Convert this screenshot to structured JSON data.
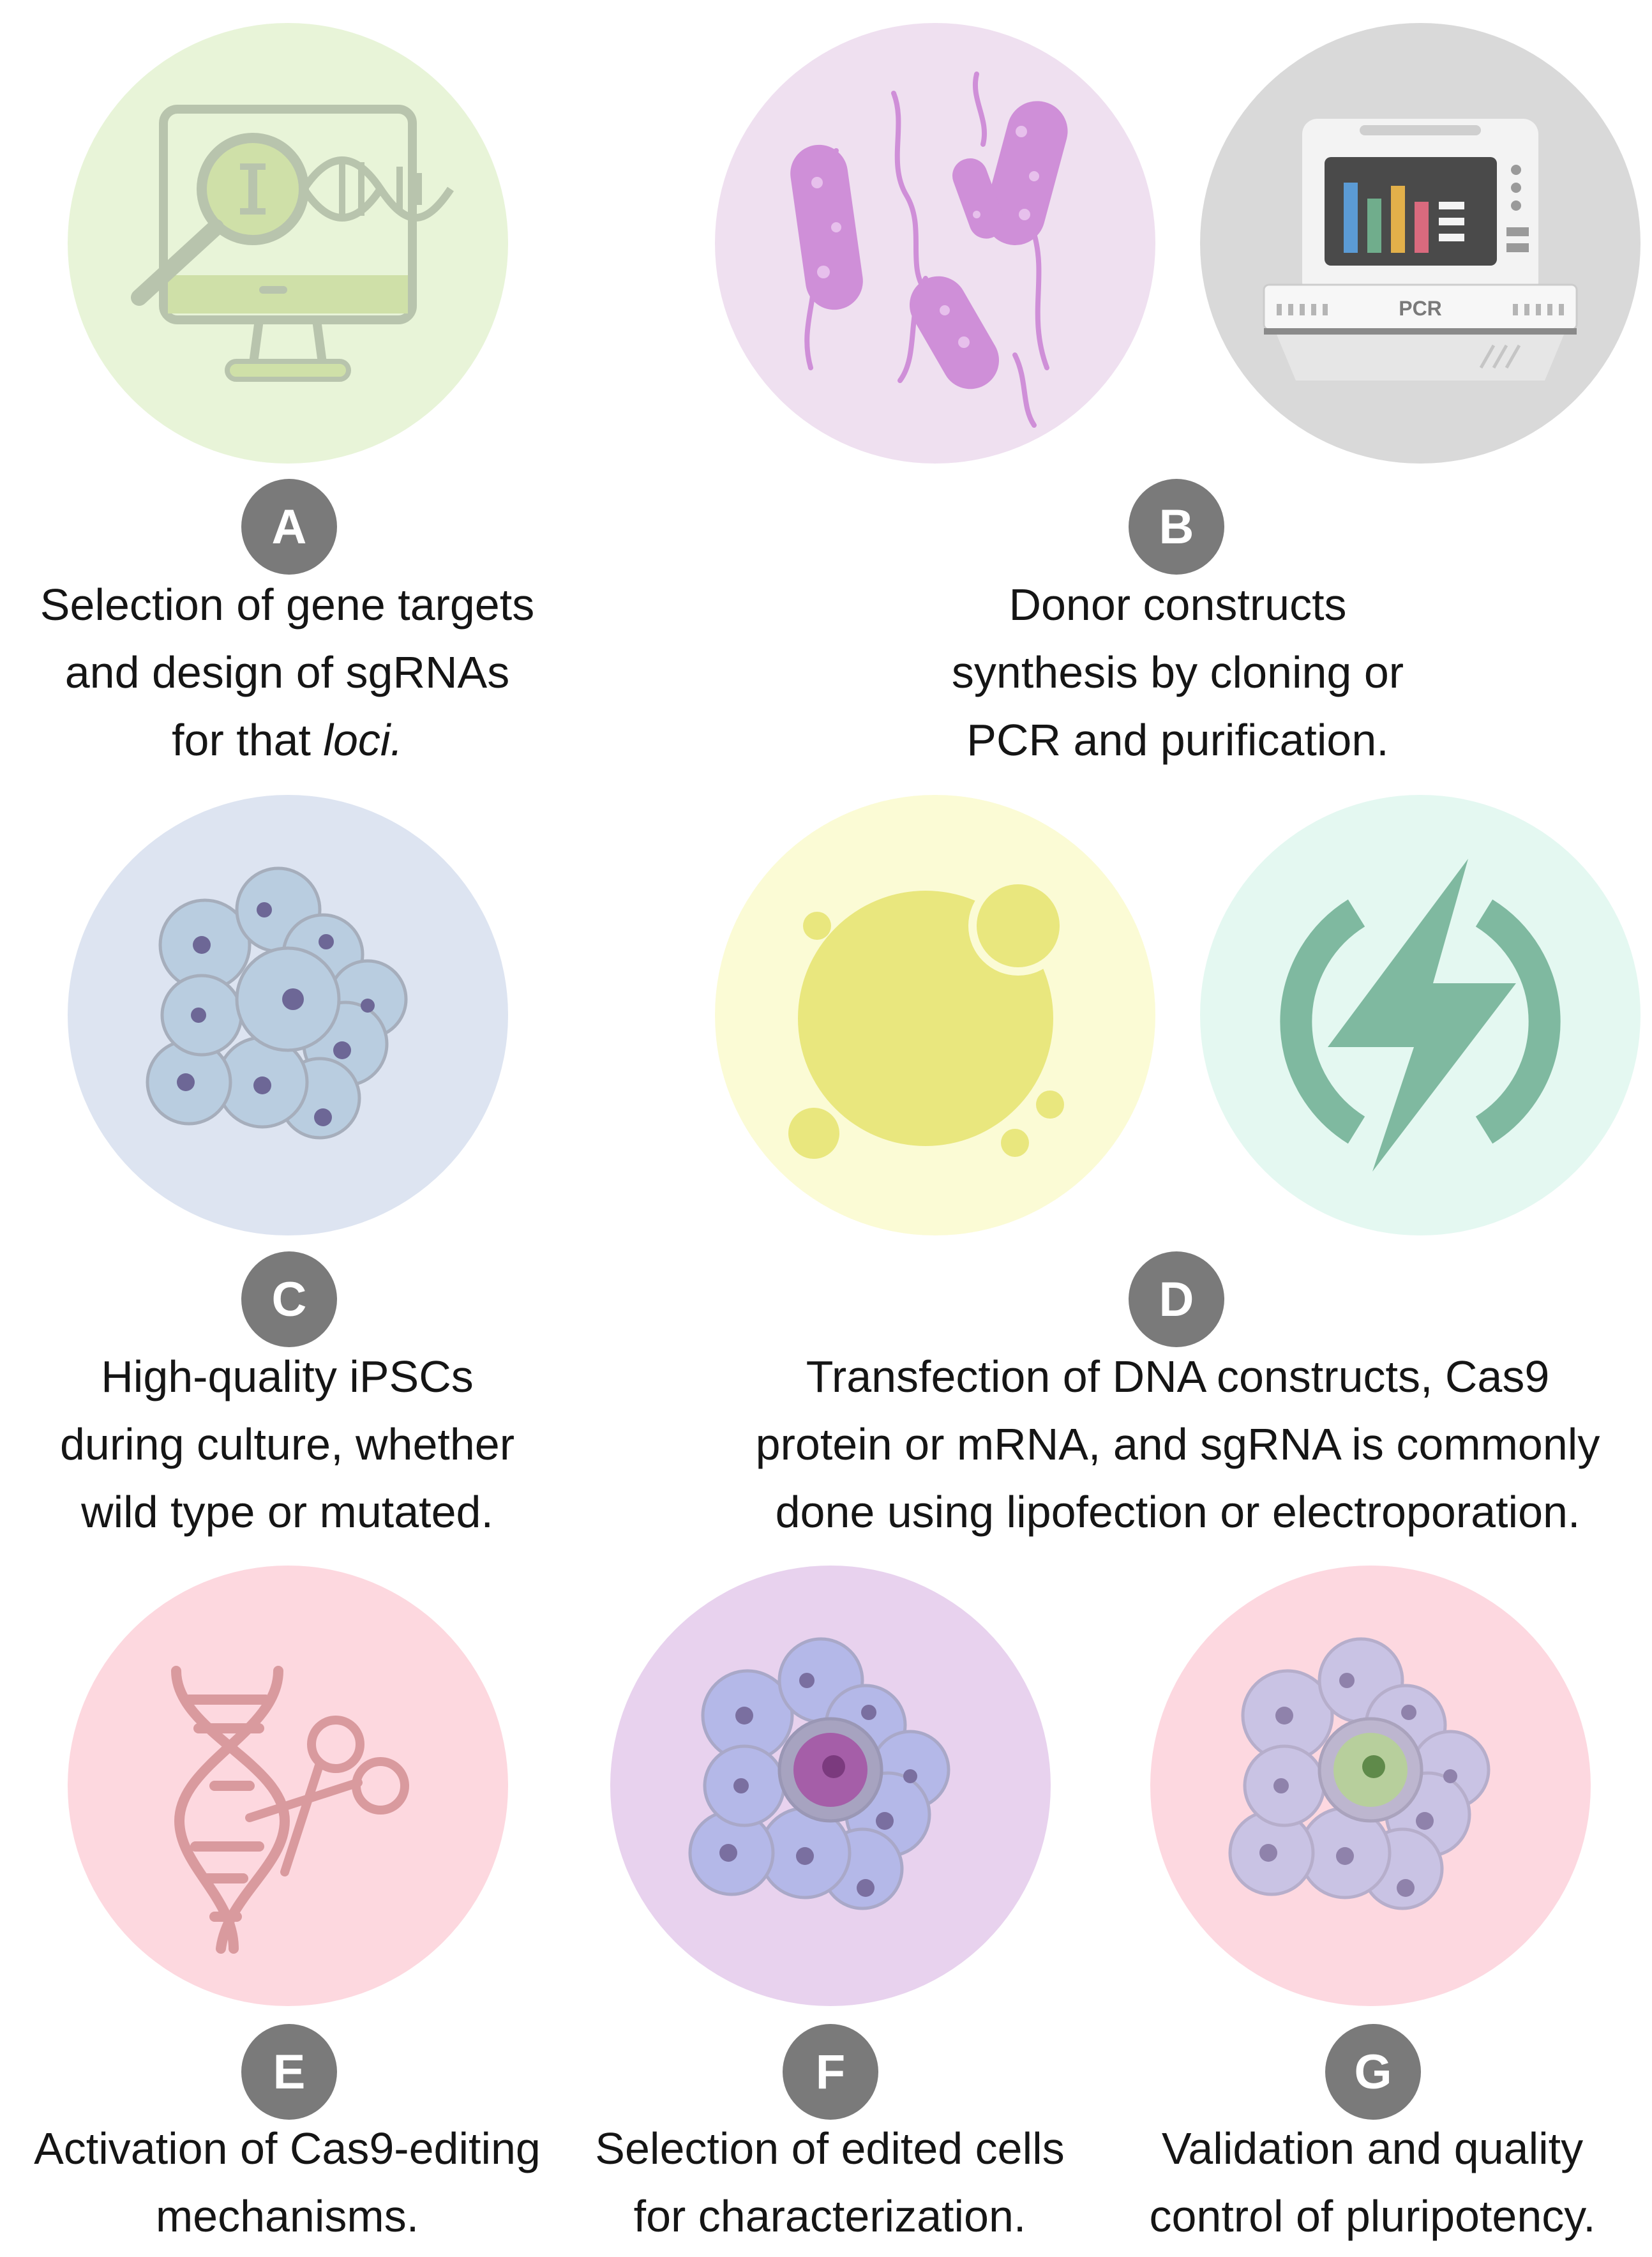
{
  "colors": {
    "badge": "#7a7a7a",
    "circle_a": "#e8f4d8",
    "circle_b_bacteria": "#efe0f0",
    "circle_b_pcr": "#d9d9d9",
    "circle_c": "#dde4f1",
    "circle_d_lipo": "#fbfbd5",
    "circle_d_electro": "#e4f8f1",
    "circle_e": "#fdd8df",
    "circle_f": "#e8d2ee",
    "circle_g": "#fdd8e0"
  },
  "steps": {
    "a": {
      "letter": "A",
      "lines": [
        "Selection of gene targets",
        "and design of sgRNAs",
        "for that "
      ],
      "italic": "loci.",
      "icons": [
        "monitor-dna-magnifier-icon"
      ]
    },
    "b": {
      "letter": "B",
      "lines": [
        "Donor constructs",
        "synthesis by cloning or",
        "PCR and purification."
      ],
      "icons": [
        "bacteria-icon",
        "pcr-machine-icon"
      ],
      "pcr_label": "PCR"
    },
    "c": {
      "letter": "C",
      "lines": [
        "High-quality iPSCs",
        "during culture, whether",
        "wild type or mutated."
      ],
      "icons": [
        "ipsc-colony-icon"
      ]
    },
    "d": {
      "letter": "D",
      "lines": [
        "Transfection of DNA constructs, Cas9",
        "protein or mRNA, and sgRNA is commonly",
        "done using lipofection or electroporation."
      ],
      "icons": [
        "lipofection-icon",
        "electroporation-icon"
      ]
    },
    "e": {
      "letter": "E",
      "lines": [
        "Activation of Cas9-editing",
        "mechanisms."
      ],
      "icons": [
        "dna-scissors-icon"
      ]
    },
    "f": {
      "letter": "F",
      "lines": [
        "Selection of edited cells",
        "for characterization."
      ],
      "icons": [
        "edited-cell-colony-icon"
      ]
    },
    "g": {
      "letter": "G",
      "lines": [
        "Validation and quality",
        "control of pluripotency."
      ],
      "icons": [
        "validated-cell-colony-icon"
      ]
    }
  }
}
